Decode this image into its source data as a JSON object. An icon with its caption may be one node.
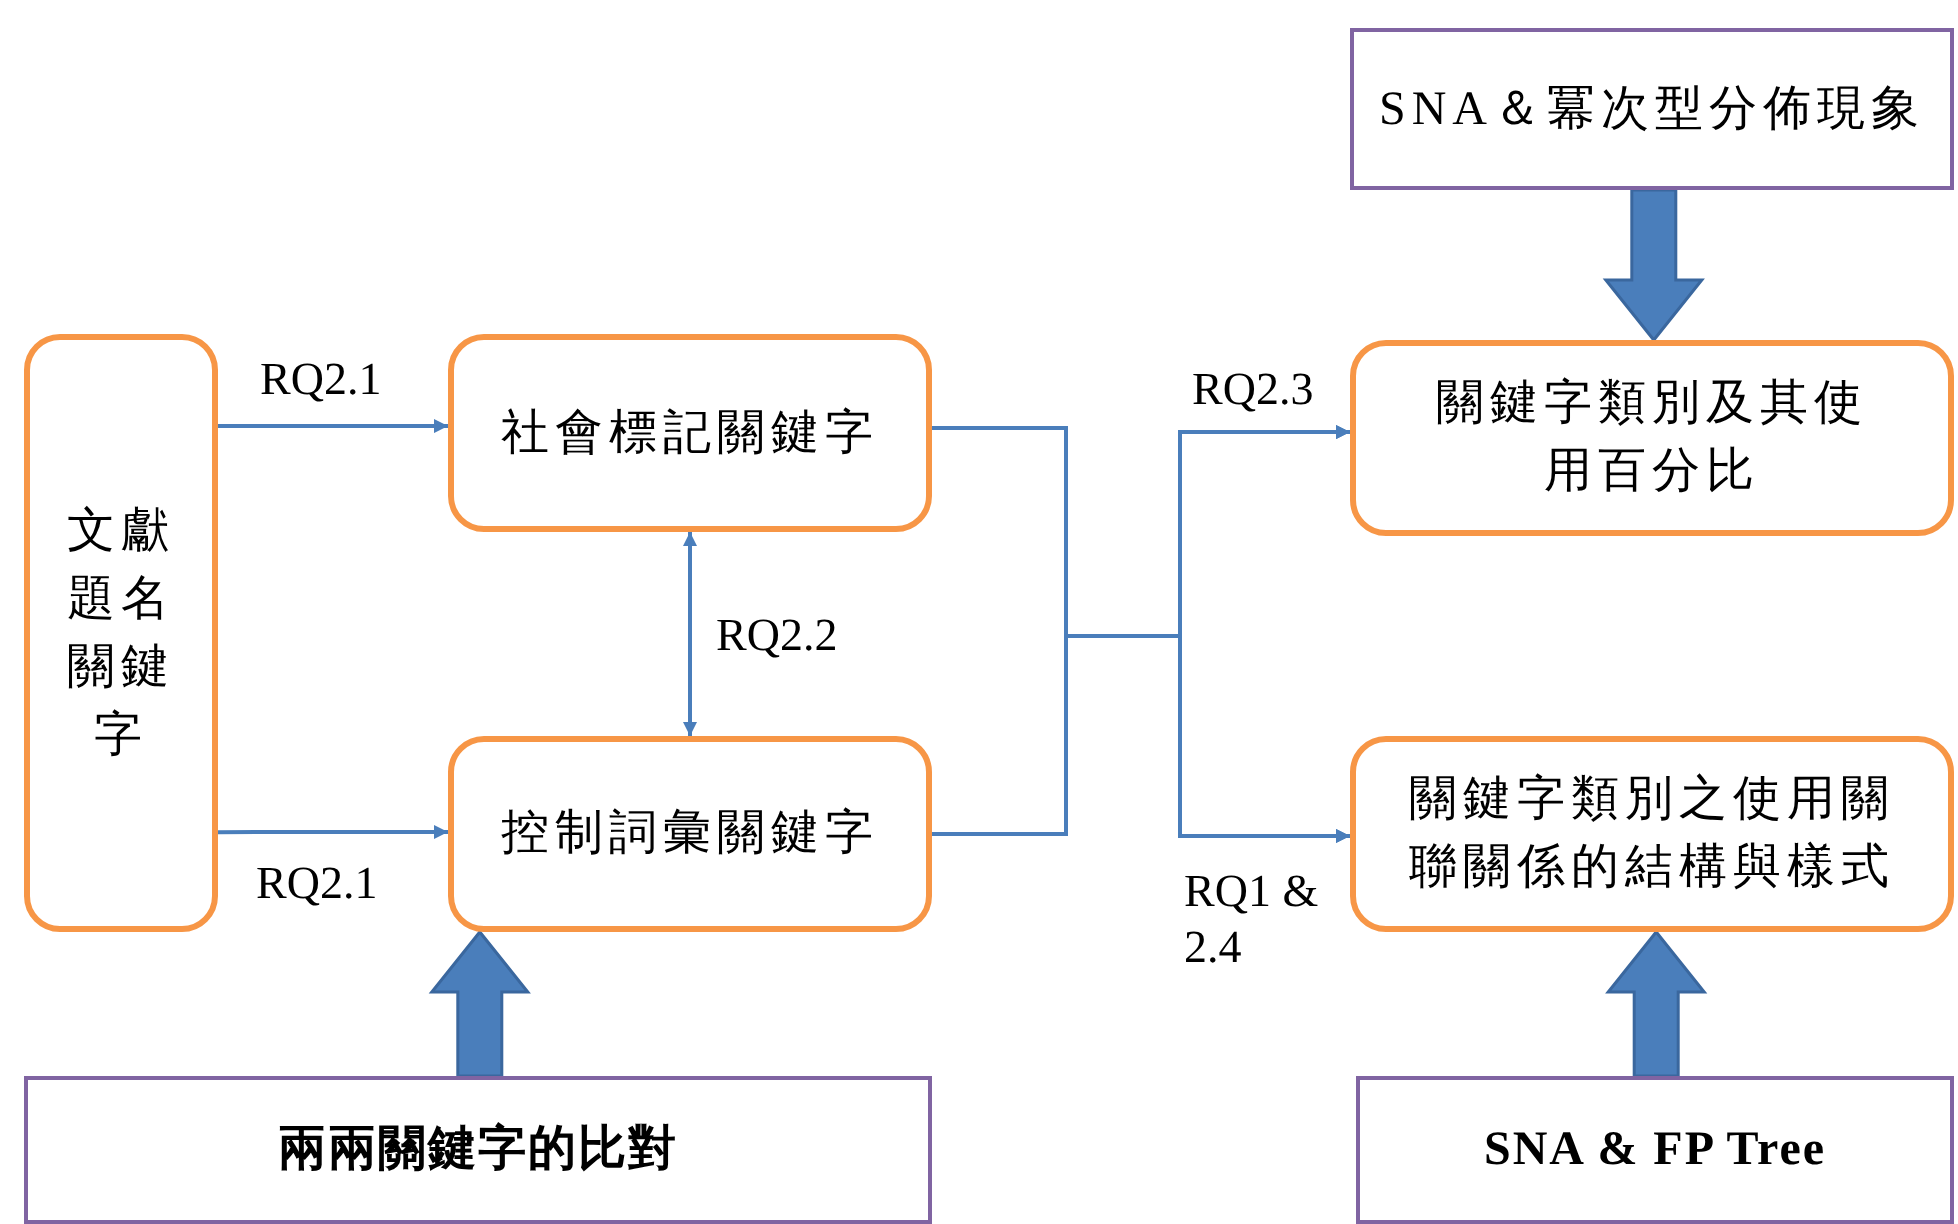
{
  "diagram": {
    "nodes": [
      {
        "text": [
          "文獻題名關鍵字"
        ]
      },
      {
        "text": [
          "社會標記關鍵字"
        ]
      },
      {
        "text": [
          "控制詞彙關鍵字"
        ]
      },
      {
        "text": [
          "SNA＆冪次型分佈現象"
        ]
      },
      {
        "text": [
          "關鍵字類別及其使用百分比"
        ]
      },
      {
        "text": [
          "關鍵字類別之使用關聯關係的結構與樣式"
        ]
      },
      {
        "text": [
          "兩兩關鍵字的比對"
        ]
      },
      {
        "text": [
          "SNA & FP Tree"
        ]
      }
    ],
    "edges": [
      {
        "from": 0,
        "to": 1,
        "arrow": "to",
        "label": "RQ2.1"
      },
      {
        "from": 0,
        "to": 2,
        "arrow": "to",
        "label": "RQ2.1"
      },
      {
        "from": 1,
        "to": 2,
        "arrow": "both",
        "label": "RQ2.2"
      },
      {
        "from": 1,
        "to": 4,
        "arrow": "to",
        "label": "RQ2.3"
      },
      {
        "from": 2,
        "to": 4,
        "arrow": "to"
      },
      {
        "from": 1,
        "to": 5,
        "arrow": "to"
      },
      {
        "from": 2,
        "to": 5,
        "arrow": "to",
        "label": "RQ1 & 2.4"
      },
      {
        "from": 3,
        "to": 4,
        "arrow": "to",
        "style": "thick"
      },
      {
        "from": 6,
        "to": 2,
        "arrow": "to",
        "style": "thick"
      },
      {
        "from": 7,
        "to": 5,
        "arrow": "to",
        "style": "thick"
      }
    ]
  }
}
